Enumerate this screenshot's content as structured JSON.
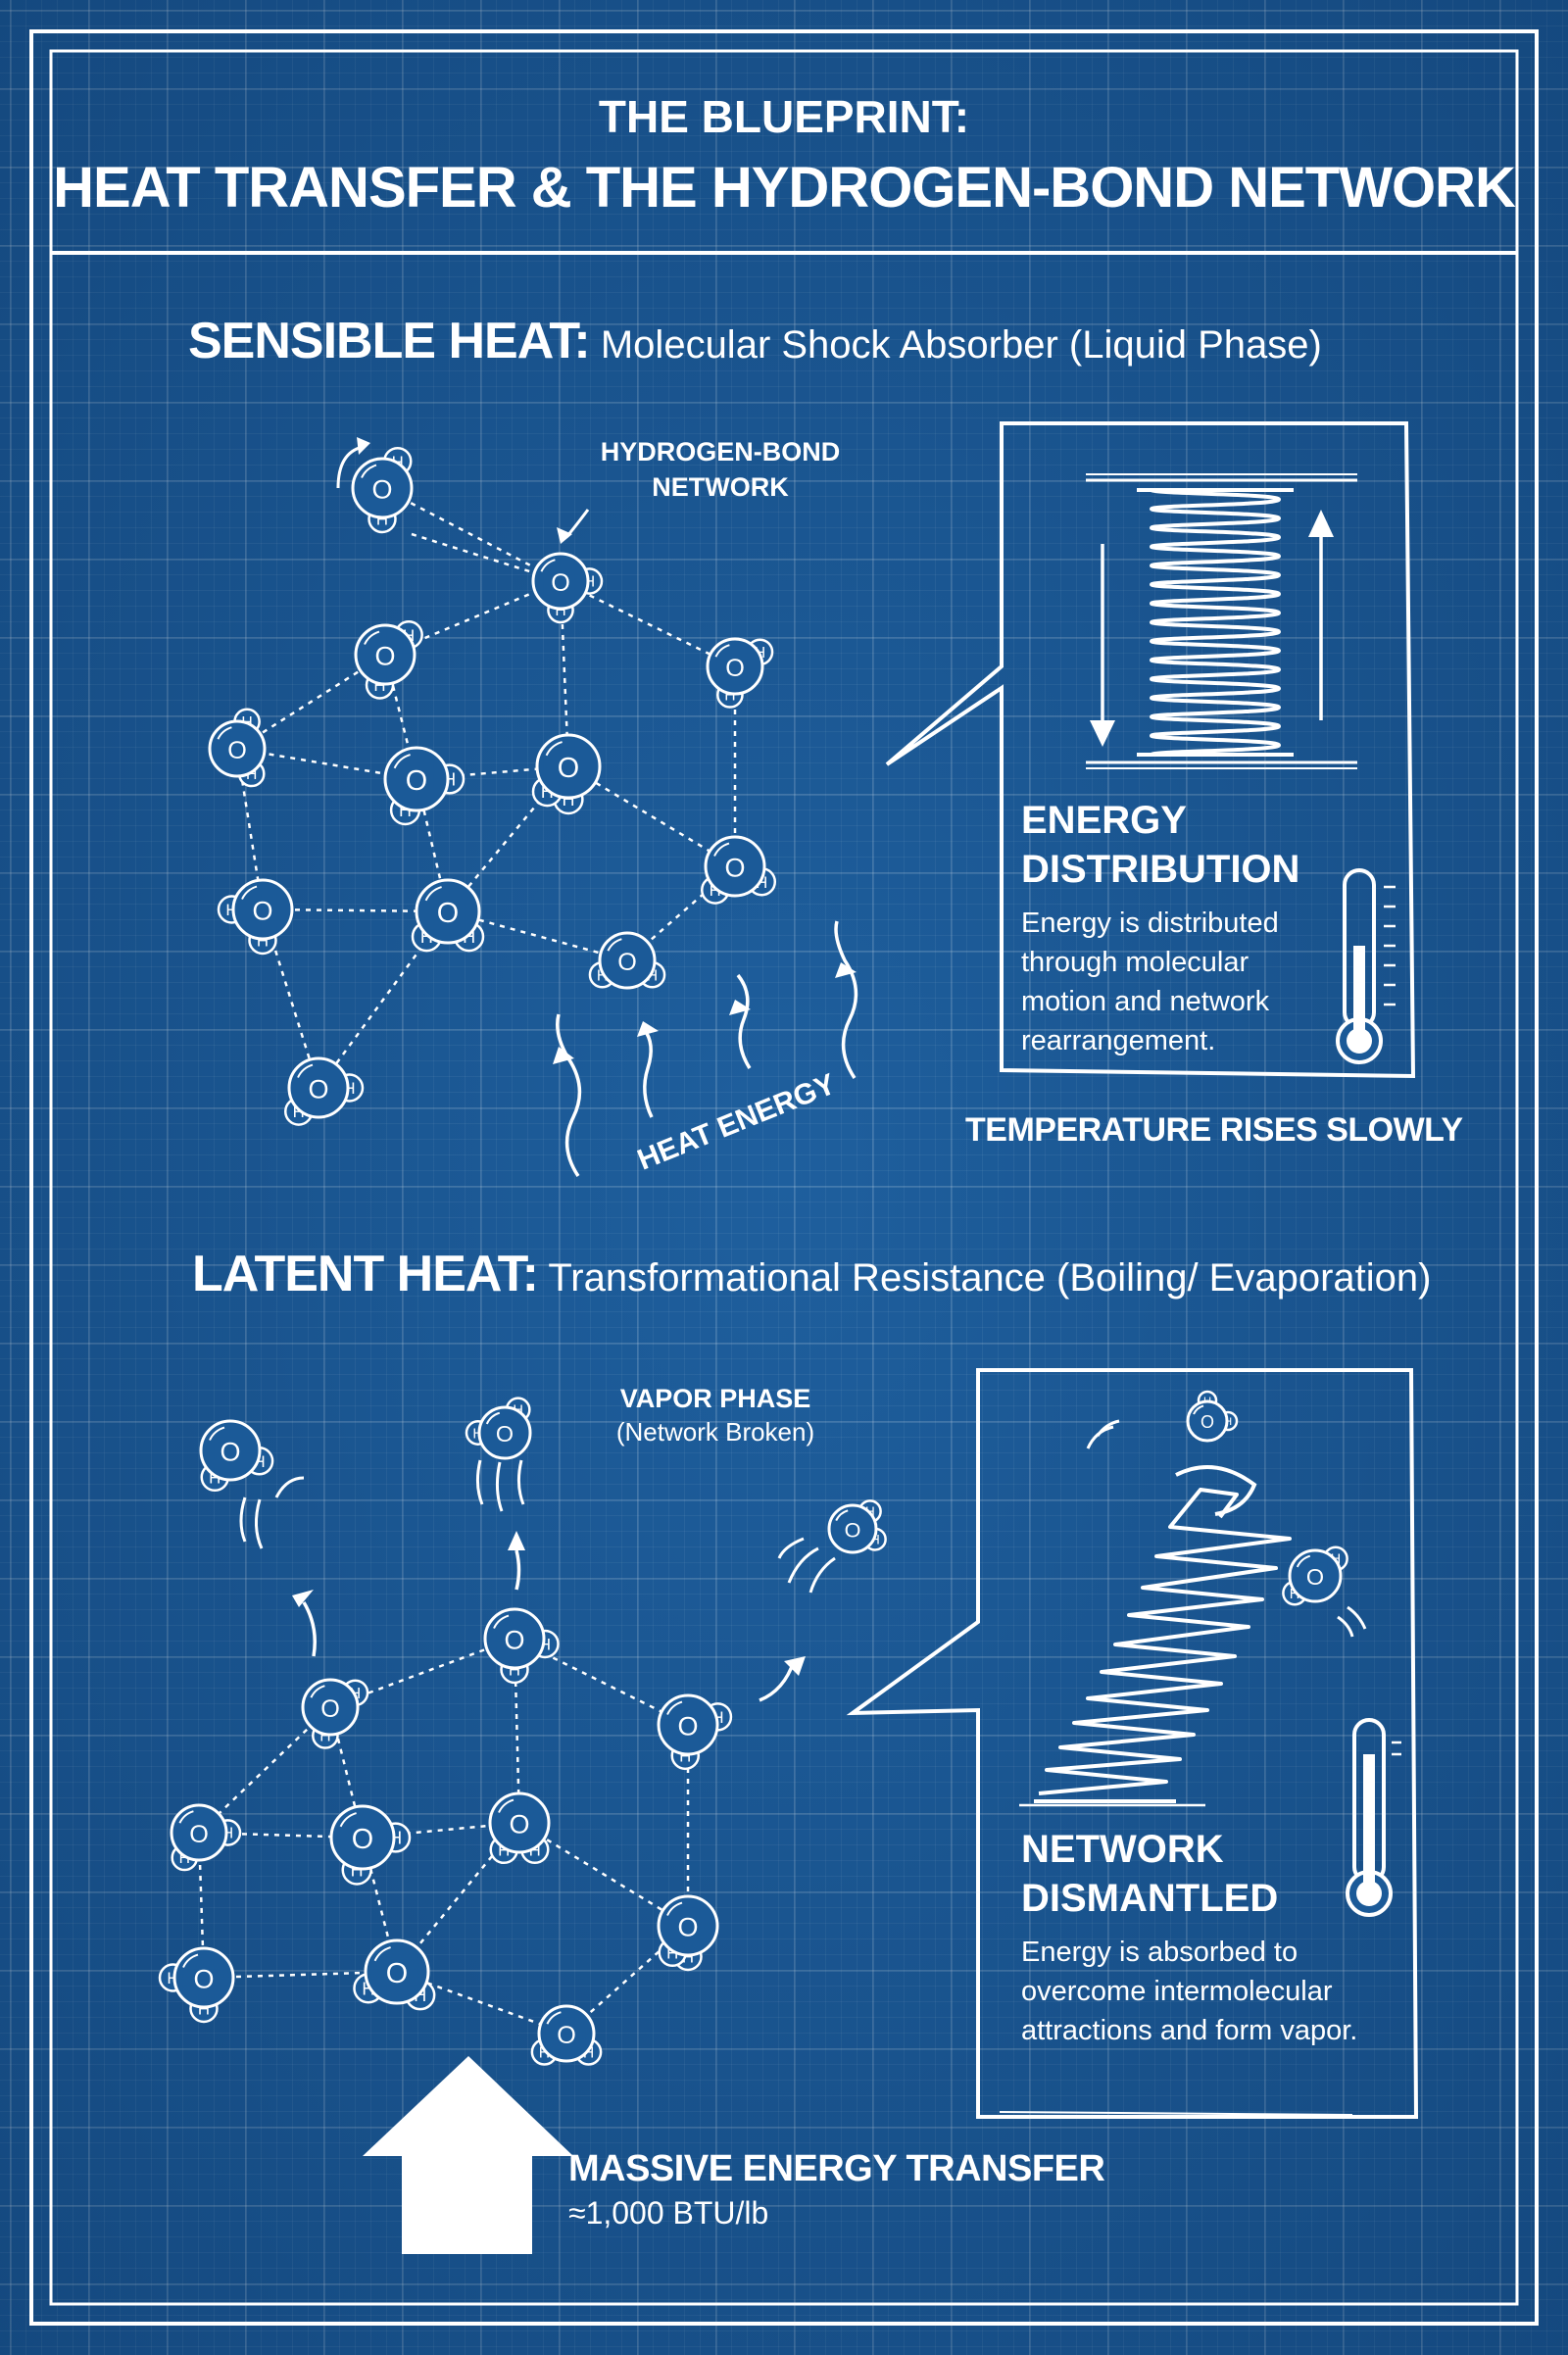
{
  "header": {
    "title_line1": "THE BLUEPRINT:",
    "title_line2": "HEAT TRANSFER & THE HYDROGEN-BOND NETWORK"
  },
  "sensible": {
    "heading_bold": "SENSIBLE HEAT:",
    "heading_rest": " Molecular Shock Absorber (Liquid Phase)",
    "network_label_1": "HYDROGEN-BOND",
    "network_label_2": "NETWORK",
    "heat_label": "HEAT ENERGY",
    "box_title_1": "ENERGY",
    "box_title_2": "DISTRIBUTION",
    "box_body": "Energy is distributed through molecular motion and network rearrangement.",
    "temp_note": "TEMPERATURE RISES SLOWLY"
  },
  "latent": {
    "heading_bold": "LATENT HEAT:",
    "heading_rest": " Transformational Resistance (Boiling/ Evaporation)",
    "vapor_label": "VAPOR PHASE",
    "vapor_sub": "(Network Broken)",
    "box_title_1": "NETWORK",
    "box_title_2": "DISMANTLED",
    "box_body": "Energy is absorbed to overcome intermolecular attractions and form vapor.",
    "transfer_label": "MASSIVE ENERGY TRANSFER",
    "transfer_value": "≈1,000 BTU/lb"
  },
  "atoms": {
    "oxygen": "O",
    "hydrogen": "H"
  },
  "colors": {
    "background": "#1b5a98",
    "ink": "#ffffff"
  }
}
